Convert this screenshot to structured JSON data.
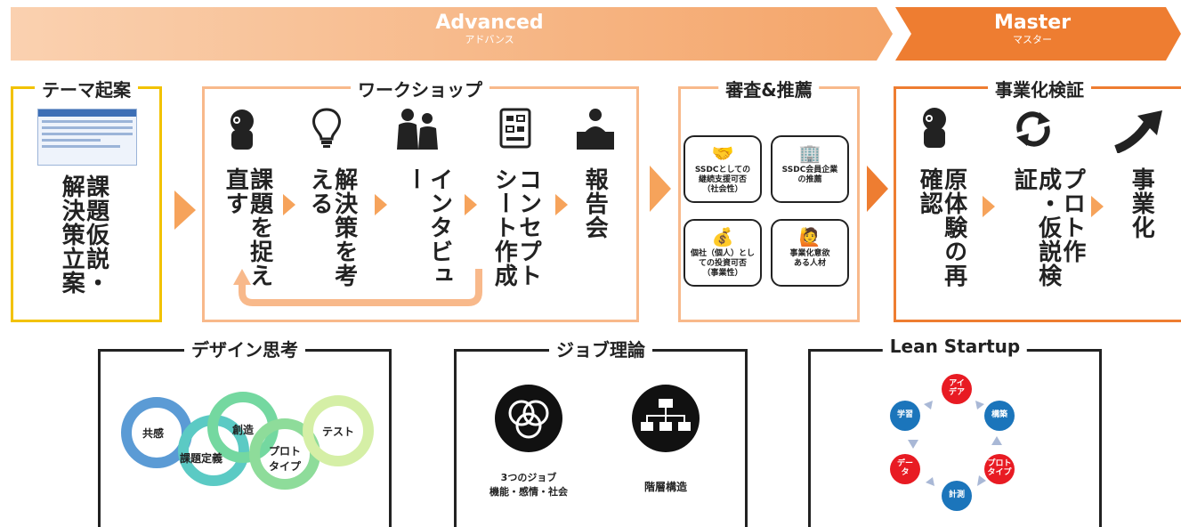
{
  "banner": {
    "advanced_title": "Advanced",
    "advanced_sub": "アドバンス",
    "master_title": "Master",
    "master_sub": "マスター"
  },
  "sections": {
    "theme": {
      "title": "テーマ起案",
      "text": "課題仮説・解決策立案"
    },
    "workshop": {
      "title": "ワークショップ",
      "steps": [
        "課題を捉え直す",
        "解決策を考える",
        "インタビュー",
        "コンセプトシート作成",
        "報告会"
      ]
    },
    "review": {
      "title": "審査&推薦",
      "cards": [
        "SSDCとしての\n継続支援可否\n（社会性）",
        "SSDC会員企業\nの推薦",
        "個社（個人）とし\nての投資可否\n（事業性）",
        "事業化意欲\nある人材"
      ]
    },
    "validation": {
      "title": "事業化検証",
      "steps": [
        "原体験の再確認",
        "プロト作成・仮説検証",
        "事業化"
      ]
    }
  },
  "methods": {
    "design_thinking": {
      "title": "デザイン思考",
      "stages": [
        "共感",
        "課題定義",
        "創造",
        "プロト\nタイプ",
        "テスト"
      ]
    },
    "jobs": {
      "title": "ジョブ理論",
      "items": [
        "3つのジョブ\n機能・感情・社会",
        "階層構造"
      ]
    },
    "lean": {
      "title": "Lean Startup",
      "nodes": [
        "アイ\nデア",
        "構築",
        "プロト\nタイプ",
        "計測",
        "デー\nタ",
        "学習"
      ]
    }
  },
  "colors": {
    "banner_light": "#F9B98A",
    "banner_dark": "#EE7D31",
    "theme_border": "#F2C200",
    "workshop_border": "#F8B98B",
    "master_border": "#EE7D31",
    "arrow": "#F6A35B",
    "lean_red": "#E81B23",
    "lean_blue": "#1B75BB"
  }
}
